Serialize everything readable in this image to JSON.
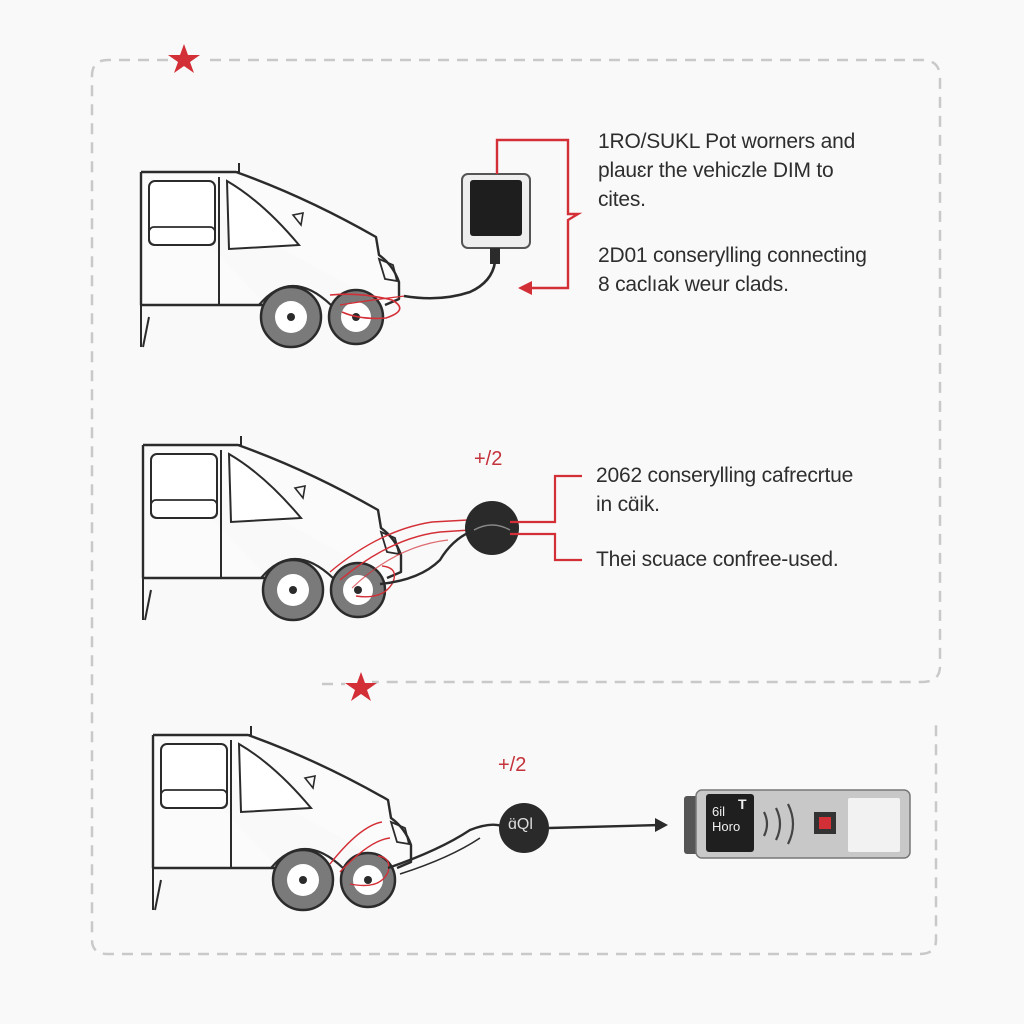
{
  "colors": {
    "accent": "#d32f37",
    "line": "#2b2b2b",
    "frame": "#c9c9c9",
    "wheel": "#7a7a7a",
    "background": "#f9f9f9"
  },
  "icons": [
    "star-icon",
    "van-icon",
    "tablet-device-icon",
    "round-connector-icon",
    "obd-scanner-icon"
  ],
  "step1": {
    "lines": [
      "1RO/SUKL Pot worners and",
      "plauɛr the vehiczle DIM to",
      "cites.",
      "2D01 conserylling connecting",
      "8 caclıak weur clads."
    ]
  },
  "step2": {
    "label": "+/2",
    "lines": [
      "2062 conserylling cafrecrtue",
      "in cɑ̈ik.",
      "Thei scuace confree-used."
    ]
  },
  "step3": {
    "label": "+/2",
    "connector_text": "ɑ̈Ql",
    "scanner_screen_text": "6il Horo",
    "scanner_screen_icon": "T"
  }
}
